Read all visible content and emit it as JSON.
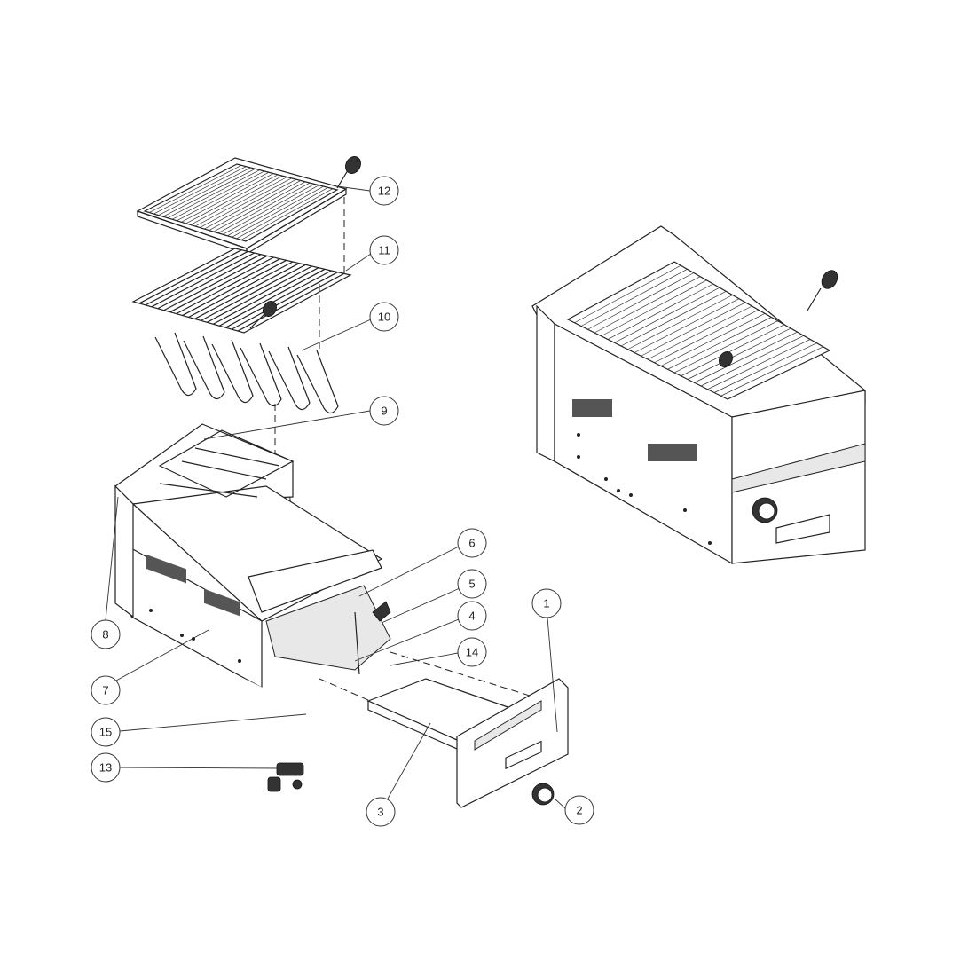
{
  "diagram": {
    "type": "exploded-parts-view",
    "callouts": [
      {
        "id": "12",
        "label": "12"
      },
      {
        "id": "11",
        "label": "11"
      },
      {
        "id": "10",
        "label": "10"
      },
      {
        "id": "9",
        "label": "9"
      },
      {
        "id": "6",
        "label": "6"
      },
      {
        "id": "5",
        "label": "5"
      },
      {
        "id": "4",
        "label": "4"
      },
      {
        "id": "14",
        "label": "14"
      },
      {
        "id": "1",
        "label": "1"
      },
      {
        "id": "8",
        "label": "8"
      },
      {
        "id": "7",
        "label": "7"
      },
      {
        "id": "15",
        "label": "15"
      },
      {
        "id": "13",
        "label": "13"
      },
      {
        "id": "3",
        "label": "3"
      },
      {
        "id": "2",
        "label": "2"
      }
    ]
  }
}
